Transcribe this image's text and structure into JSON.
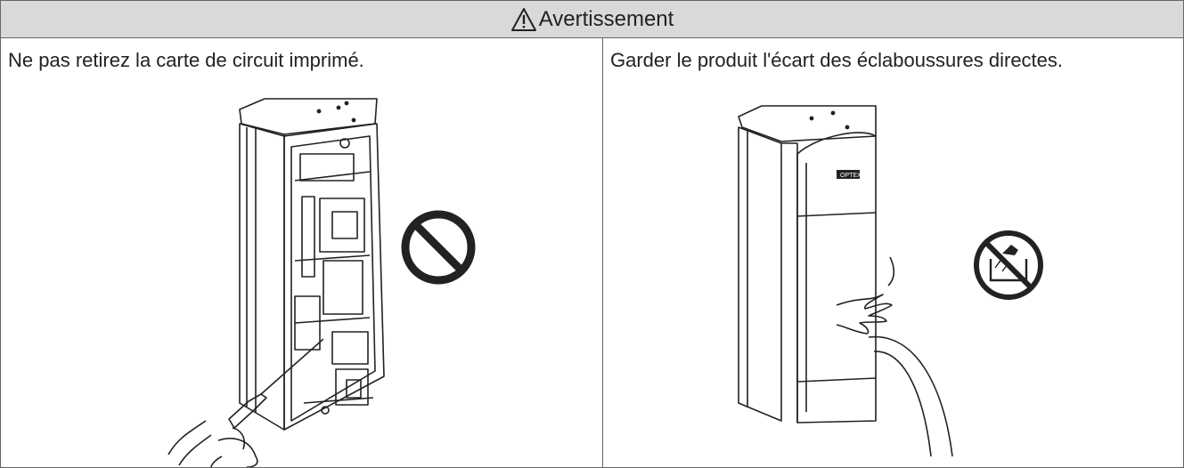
{
  "header": {
    "title": "Avertissement",
    "icon": "warning-triangle-icon"
  },
  "cells": [
    {
      "text": "Ne pas retirez la carte de circuit imprimé.",
      "prohibition_icon": "no-entry-icon"
    },
    {
      "text": "Garder le produit l'écart des éclaboussures directes.",
      "prohibition_icon": "no-water-splash-icon",
      "brand_label": "OPTEX"
    }
  ],
  "colors": {
    "header_bg": "#d9d9d9",
    "border": "#666666",
    "line": "#222222"
  }
}
